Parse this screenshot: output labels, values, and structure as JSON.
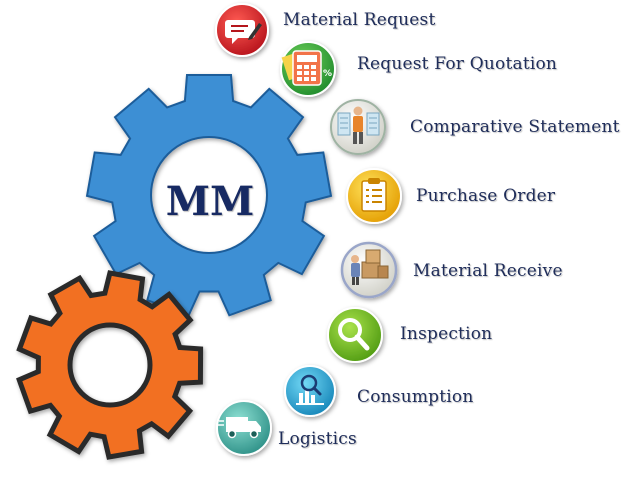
{
  "center": {
    "label": "MM"
  },
  "steps": [
    {
      "label": "Material Request",
      "icon": "form-pencil-icon",
      "color": "#d9262b"
    },
    {
      "label": "Request For Quotation",
      "icon": "calculator-icon",
      "color": "#3aa63a"
    },
    {
      "label": "Comparative Statement",
      "icon": "person-boards-icon",
      "color": "#e0e0d8"
    },
    {
      "label": "Purchase Order",
      "icon": "clipboard-icon",
      "color": "#f2c21b"
    },
    {
      "label": "Material Receive",
      "icon": "boxes-icon",
      "color": "#ececec"
    },
    {
      "label": "Inspection",
      "icon": "magnifier-icon",
      "color": "#7cc02c"
    },
    {
      "label": "Consumption",
      "icon": "chart-magnifier-icon",
      "color": "#2fb3d8"
    },
    {
      "label": "Logistics",
      "icon": "truck-icon",
      "color": "#4bb3a8"
    }
  ],
  "colors": {
    "blue_gear": "#3d8fd4",
    "orange_gear": "#f26f21",
    "text": "#1f2d5a"
  }
}
